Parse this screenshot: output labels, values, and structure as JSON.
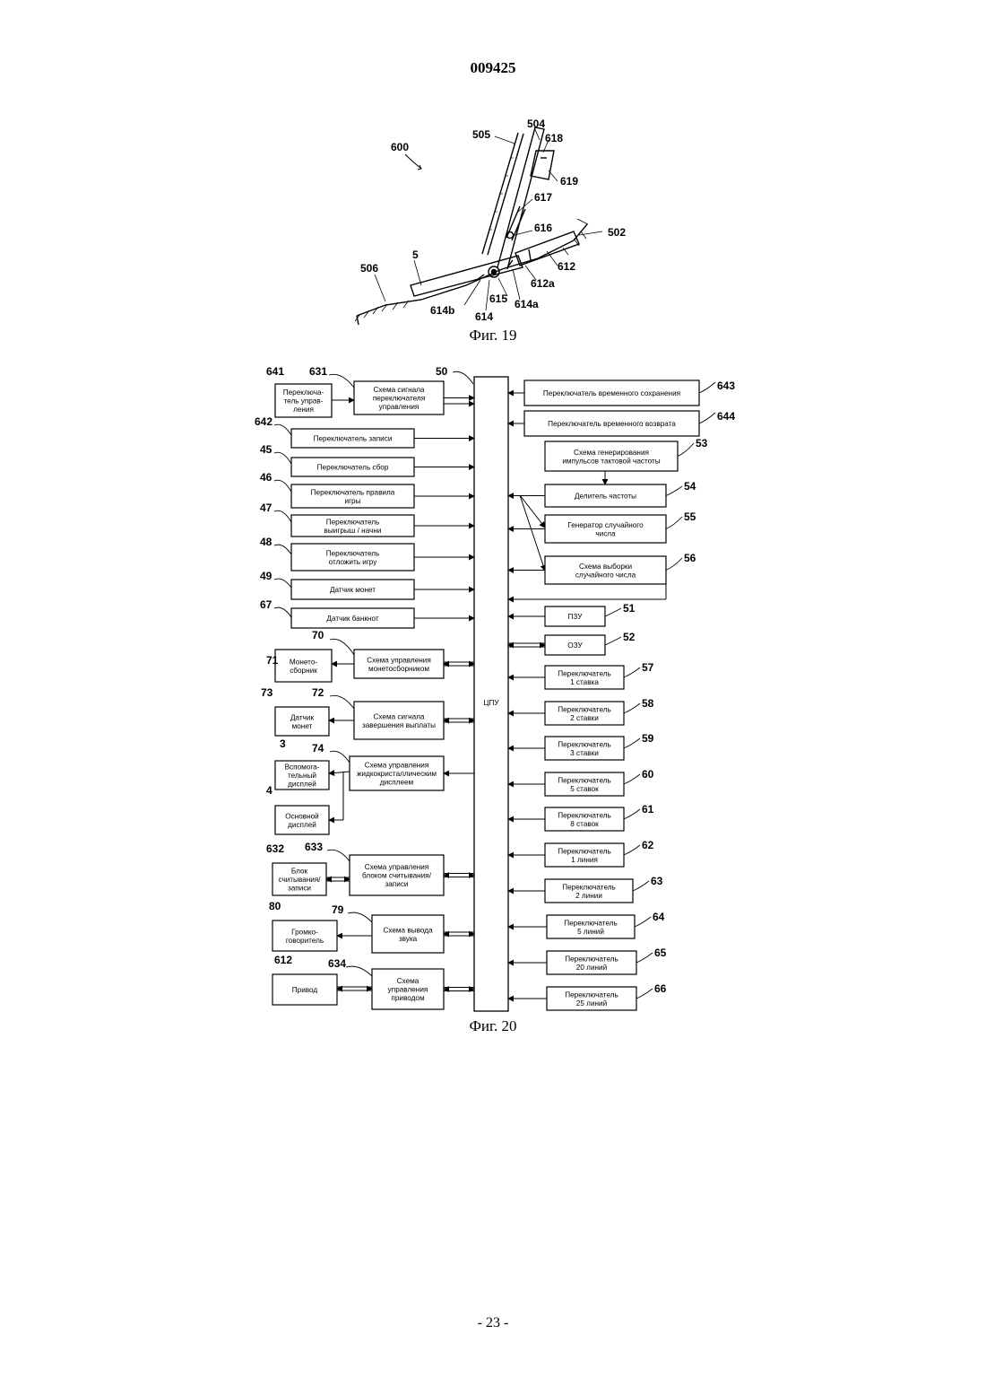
{
  "header": {
    "doc_number": "009425"
  },
  "fig19": {
    "caption": "Фиг. 19",
    "labels": [
      "600",
      "505",
      "504",
      "618",
      "619",
      "617",
      "616",
      "502",
      "612",
      "612a",
      "614a",
      "615",
      "614",
      "614b",
      "5",
      "506"
    ]
  },
  "fig20": {
    "caption": "Фиг. 20",
    "cpu_label": "ЦПУ",
    "cpu_ref": "50",
    "left_blocks": [
      {
        "ref": "631",
        "lines": [
          "Схема сигнала",
          "переключателя",
          "управления"
        ]
      },
      {
        "ref": "642",
        "lines": [
          "Переключатель записи"
        ]
      },
      {
        "ref": "45",
        "lines": [
          "Переключатель сбор"
        ]
      },
      {
        "ref": "46",
        "lines": [
          "Переключатель правила",
          "игры"
        ]
      },
      {
        "ref": "47",
        "lines": [
          "Переключатель",
          "выигрыш / начни"
        ]
      },
      {
        "ref": "48",
        "lines": [
          "Переключатель",
          "отложить игру"
        ]
      },
      {
        "ref": "49",
        "lines": [
          "Датчик монет"
        ]
      },
      {
        "ref": "67",
        "lines": [
          "Датчик банкнот"
        ]
      },
      {
        "ref": "70",
        "lines": [
          "Схема управления",
          "монетосборником"
        ]
      },
      {
        "ref": "72",
        "lines": [
          "Схема сигнала",
          "завершения выплаты"
        ]
      },
      {
        "ref": "74",
        "lines": [
          "Схема управления",
          "жидкокристаллическим",
          "дисплеем"
        ]
      },
      {
        "ref": "633",
        "lines": [
          "Схема управления",
          "блоком считывания/",
          "записи"
        ]
      },
      {
        "ref": "79",
        "lines": [
          "Схема вывода",
          "звука"
        ]
      },
      {
        "ref": "634",
        "lines": [
          "Схема",
          "управления",
          "приводом"
        ]
      }
    ],
    "far_left_blocks": [
      {
        "ref": "641",
        "lines": [
          "Переключа-",
          "тель управ-",
          "ления"
        ]
      },
      {
        "ref": "71",
        "lines": [
          "Монето-",
          "сборник"
        ]
      },
      {
        "ref": "73",
        "lines": [
          "Датчик",
          "монет"
        ]
      },
      {
        "ref": "3",
        "lines": [
          "Вспомога-",
          "тельный",
          "дисплей"
        ]
      },
      {
        "ref": "4",
        "lines": [
          "Основной",
          "дисплей"
        ]
      },
      {
        "ref": "632",
        "lines": [
          "Блок",
          "считывания/",
          "записи"
        ]
      },
      {
        "ref": "80",
        "lines": [
          "Громко-",
          "говоритель"
        ]
      },
      {
        "ref": "612",
        "lines": [
          "Привод"
        ]
      }
    ],
    "right_blocks": [
      {
        "ref": "643",
        "lines": [
          "Переключатель временного сохранения"
        ]
      },
      {
        "ref": "644",
        "lines": [
          "Переключатель временного возврата"
        ]
      },
      {
        "ref": "53",
        "lines": [
          "Схема генерирования",
          "импульсов тактовой частоты"
        ]
      },
      {
        "ref": "54",
        "lines": [
          "Делитель частоты"
        ]
      },
      {
        "ref": "55",
        "lines": [
          "Генератор случайного",
          "числа"
        ]
      },
      {
        "ref": "56",
        "lines": [
          "Схема выборки",
          "случайного числа"
        ]
      },
      {
        "ref": "51",
        "lines": [
          "ПЗУ"
        ]
      },
      {
        "ref": "52",
        "lines": [
          "ОЗУ"
        ]
      },
      {
        "ref": "57",
        "lines": [
          "Переключатель",
          "1 ставка"
        ]
      },
      {
        "ref": "58",
        "lines": [
          "Переключатель",
          "2 ставки"
        ]
      },
      {
        "ref": "59",
        "lines": [
          "Переключатель",
          "3 ставки"
        ]
      },
      {
        "ref": "60",
        "lines": [
          "Переключатель",
          "5 ставок"
        ]
      },
      {
        "ref": "61",
        "lines": [
          "Переключатель",
          "8 ставок"
        ]
      },
      {
        "ref": "62",
        "lines": [
          "Переключатель",
          "1 линия"
        ]
      },
      {
        "ref": "63",
        "lines": [
          "Переключатель",
          "2 линии"
        ]
      },
      {
        "ref": "64",
        "lines": [
          "Переключатель",
          "5 линий"
        ]
      },
      {
        "ref": "65",
        "lines": [
          "Переключатель",
          "20 линий"
        ]
      },
      {
        "ref": "66",
        "lines": [
          "Переключатель",
          "25 линий"
        ]
      }
    ]
  },
  "footer": {
    "page_number": "- 23 -"
  }
}
